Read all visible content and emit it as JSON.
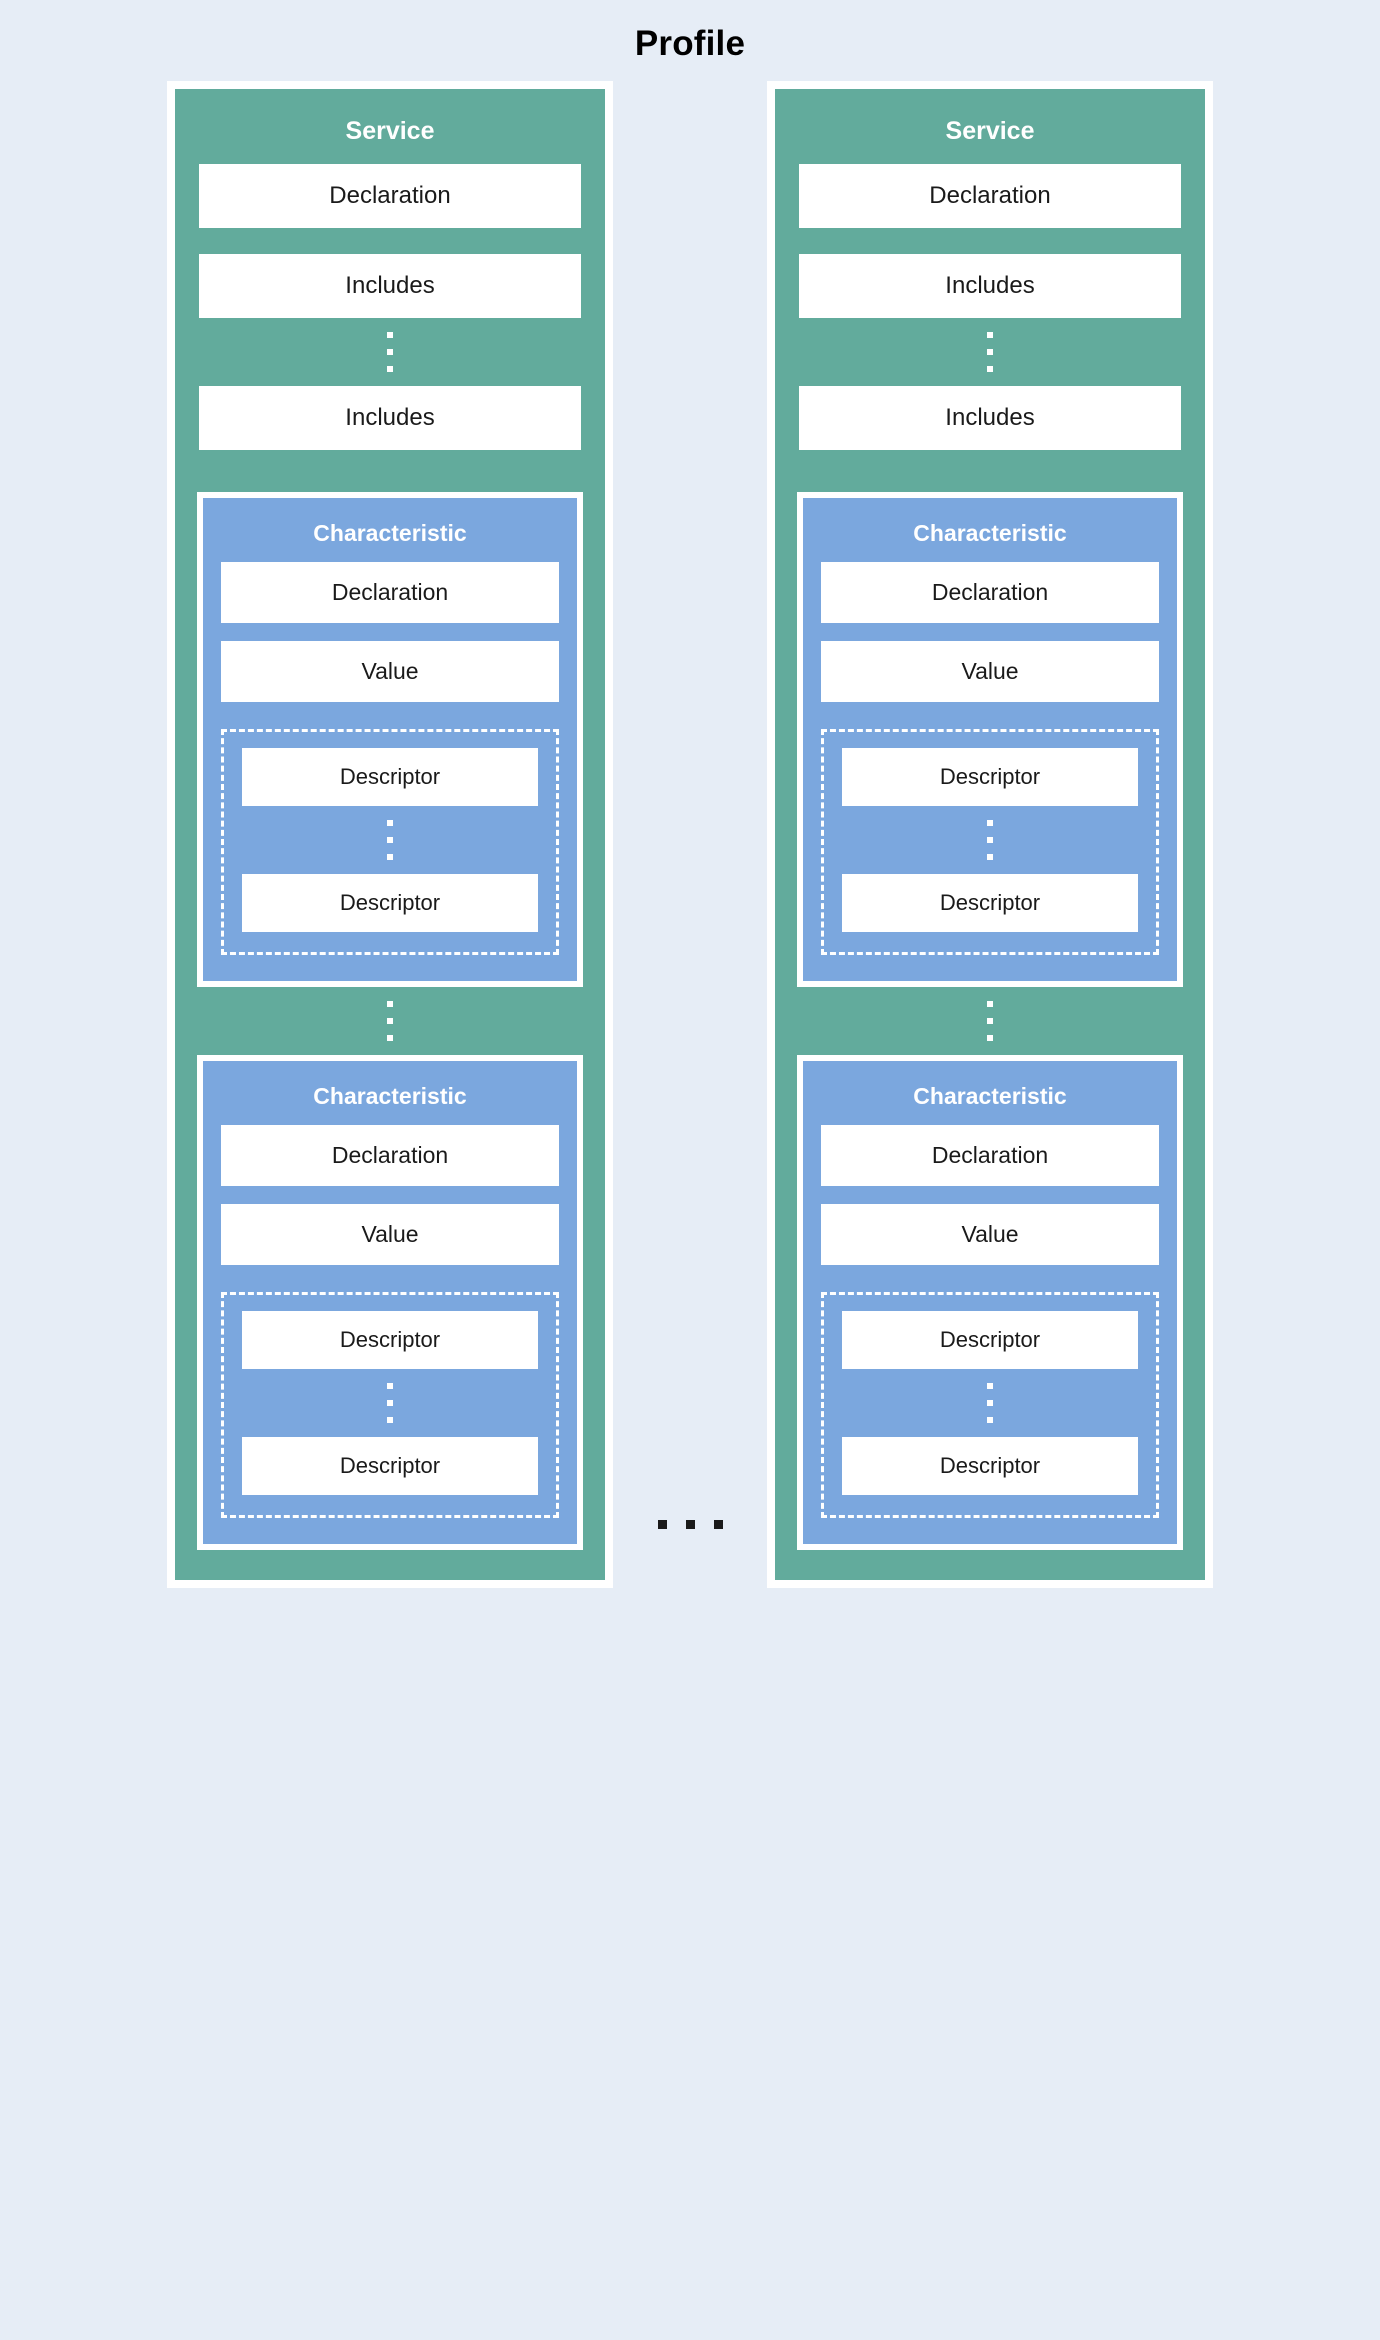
{
  "diagram": {
    "title": "Profile",
    "background_color": "#e6edf6",
    "service_color": "#62ab9c",
    "characteristic_color": "#7ba7de",
    "box_color": "#ffffff",
    "columns_separator": "ellipsis-horizontal",
    "services": [
      {
        "title": "Service",
        "declaration_label": "Declaration",
        "includes_first_label": "Includes",
        "includes_last_label": "Includes",
        "characteristics": [
          {
            "title": "Characteristic",
            "declaration_label": "Declaration",
            "value_label": "Value",
            "descriptor_first_label": "Descriptor",
            "descriptor_last_label": "Descriptor"
          },
          {
            "title": "Characteristic",
            "declaration_label": "Declaration",
            "value_label": "Value",
            "descriptor_first_label": "Descriptor",
            "descriptor_last_label": "Descriptor"
          }
        ]
      },
      {
        "title": "Service",
        "declaration_label": "Declaration",
        "includes_first_label": "Includes",
        "includes_last_label": "Includes",
        "characteristics": [
          {
            "title": "Characteristic",
            "declaration_label": "Declaration",
            "value_label": "Value",
            "descriptor_first_label": "Descriptor",
            "descriptor_last_label": "Descriptor"
          },
          {
            "title": "Characteristic",
            "declaration_label": "Declaration",
            "value_label": "Value",
            "descriptor_first_label": "Descriptor",
            "descriptor_last_label": "Descriptor"
          }
        ]
      }
    ]
  }
}
